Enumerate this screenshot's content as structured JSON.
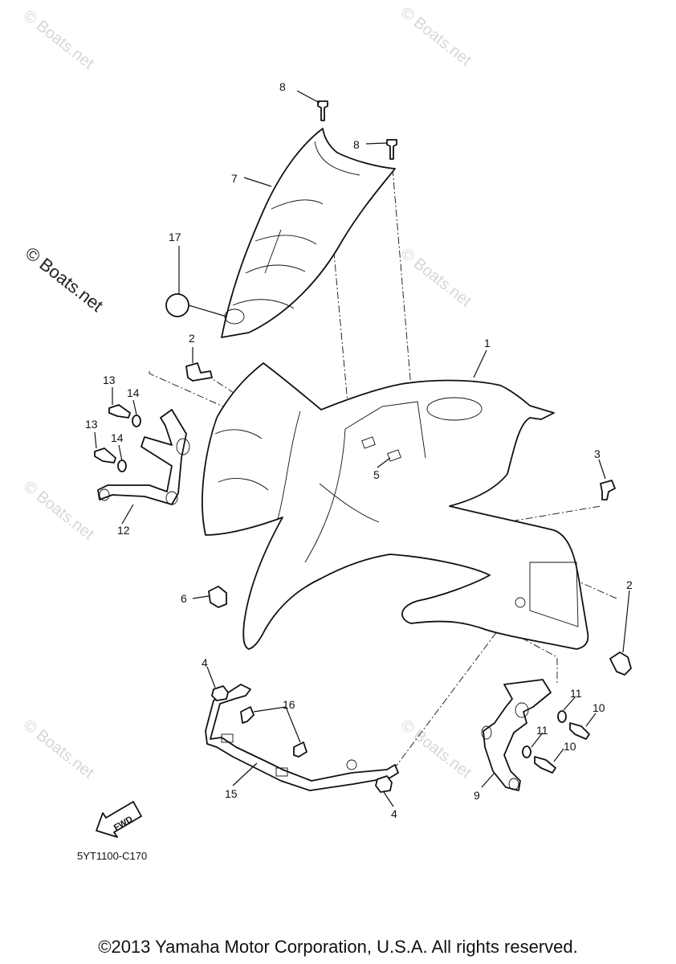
{
  "watermark_text": "© Boats.net",
  "diagram_code": "5YT1100-C170",
  "direction_label": "FWD",
  "copyright": "©2013 Yamaha Motor Corporation, U.S.A. All rights reserved.",
  "callouts": {
    "c1": "1",
    "c2a": "2",
    "c2b": "2",
    "c3": "3",
    "c4a": "4",
    "c4b": "4",
    "c5": "5",
    "c6": "6",
    "c7": "7",
    "c8a": "8",
    "c8b": "8",
    "c9": "9",
    "c10a": "10",
    "c10b": "10",
    "c11a": "11",
    "c11b": "11",
    "c12": "12",
    "c13a": "13",
    "c13b": "13",
    "c14a": "14",
    "c14b": "14",
    "c15": "15",
    "c16": "16",
    "c17": "17"
  }
}
